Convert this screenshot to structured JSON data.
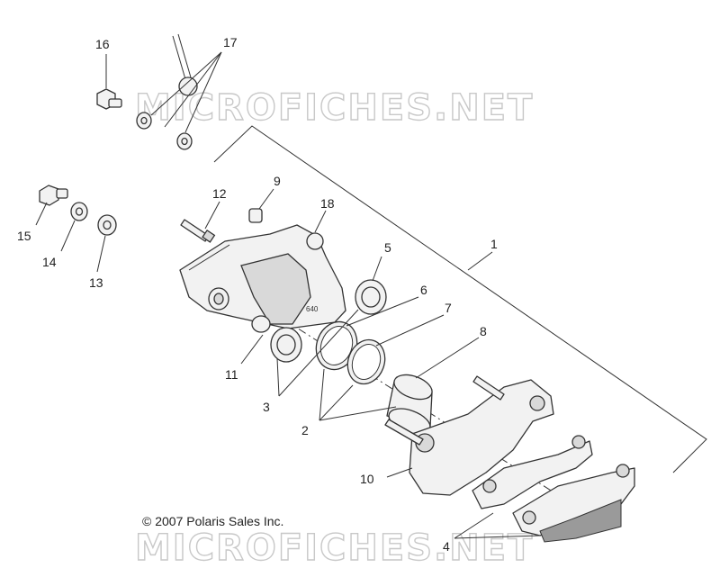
{
  "watermark": {
    "top": "MICROFICHES.NET",
    "bottom": "MICROFICHES.NET"
  },
  "copyright": "© 2007 Polaris Sales Inc.",
  "caliper_marking": "640",
  "callouts": {
    "c1": "1",
    "c2": "2",
    "c3": "3",
    "c4": "4",
    "c5": "5",
    "c6": "6",
    "c7": "7",
    "c8": "8",
    "c9": "9",
    "c10": "10",
    "c11": "11",
    "c12": "12",
    "c13": "13",
    "c14": "14",
    "c15": "15",
    "c16": "16",
    "c17": "17",
    "c18": "18"
  }
}
